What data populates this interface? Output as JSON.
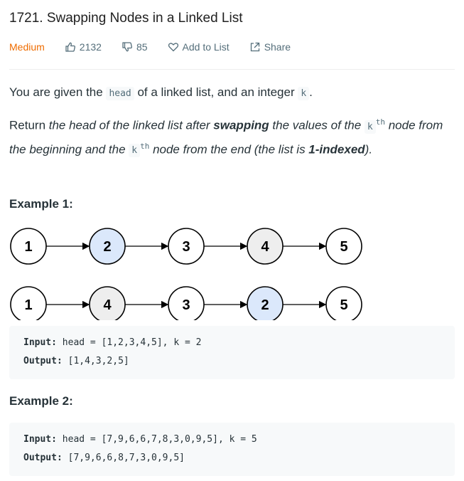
{
  "problem": {
    "title": "1721. Swapping Nodes in a Linked List",
    "difficulty": "Medium",
    "likes": "2132",
    "dislikes": "85",
    "add_to_list": "Add to List",
    "share": "Share"
  },
  "description": {
    "p1_a": "You are given the ",
    "p1_code_head": "head",
    "p1_b": " of a linked list, and an integer ",
    "p1_code_k": "k",
    "p1_c": ".",
    "p2_a": "Return ",
    "p2_b": "the head of the linked list after ",
    "p2_bold": "swapping",
    "p2_c": " the values of the ",
    "p2_code_k1": "k",
    "p2_sup1": "th",
    "p2_d": " node from the beginning and the ",
    "p2_code_k2": "k",
    "p2_sup2": "th",
    "p2_e": " node from the end (the list is ",
    "p2_bold2": "1-indexed",
    "p2_f": ")."
  },
  "examples": [
    {
      "title": "Example 1:",
      "input_label": "Input:",
      "input_value": " head = [1,2,3,4,5], k = 2",
      "output_label": "Output:",
      "output_value": " [1,4,3,2,5]",
      "diagram": {
        "before": [
          "1",
          "2",
          "3",
          "4",
          "5"
        ],
        "after": [
          "1",
          "4",
          "3",
          "2",
          "5"
        ],
        "before_highlight": {
          "1": "#dbe8fb",
          "3": "#eeeeee"
        },
        "after_highlight": {
          "1": "#eeeeee",
          "3": "#dbe8fb"
        }
      }
    },
    {
      "title": "Example 2:",
      "input_label": "Input:",
      "input_value": " head = [7,9,6,6,7,8,3,0,9,5], k = 5",
      "output_label": "Output:",
      "output_value": " [7,9,6,6,8,7,3,0,9,5]"
    }
  ],
  "colors": {
    "difficulty": "#ef6c00",
    "node_stroke": "#000000",
    "highlight_blue": "#dbe8fb",
    "highlight_gray": "#eeeeee"
  }
}
